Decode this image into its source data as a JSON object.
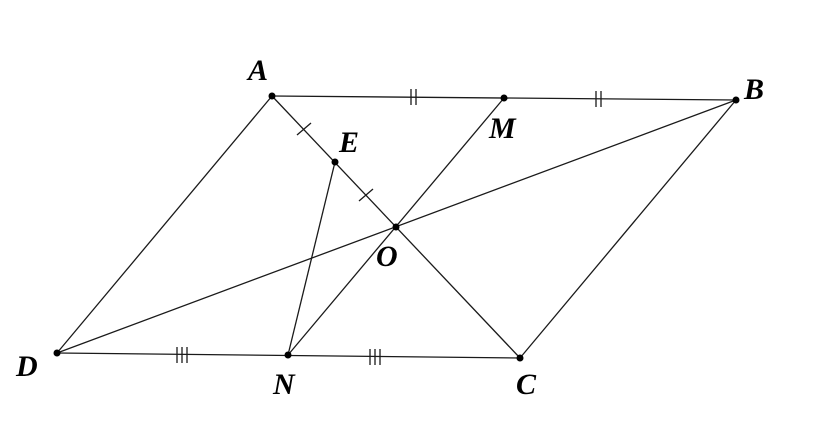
{
  "figure": {
    "type": "geometry-diagram",
    "points": {
      "A": "A",
      "B": "B",
      "C": "C",
      "D": "D",
      "E": "E",
      "M": "M",
      "N": "N",
      "O": "O"
    },
    "segments": [
      "AB",
      "BC",
      "CD",
      "DA",
      "AC",
      "BD",
      "MN",
      "EN"
    ],
    "equal_marks": [
      {
        "segments": [
          "AM",
          "MB"
        ],
        "ticks": 2
      },
      {
        "segments": [
          "DN",
          "NC"
        ],
        "ticks": 3
      },
      {
        "segments": [
          "AE",
          "EO"
        ],
        "ticks": 1
      }
    ],
    "colors": {
      "line": "#1a1a1a",
      "point": "#000000",
      "background": "#ffffff"
    }
  }
}
